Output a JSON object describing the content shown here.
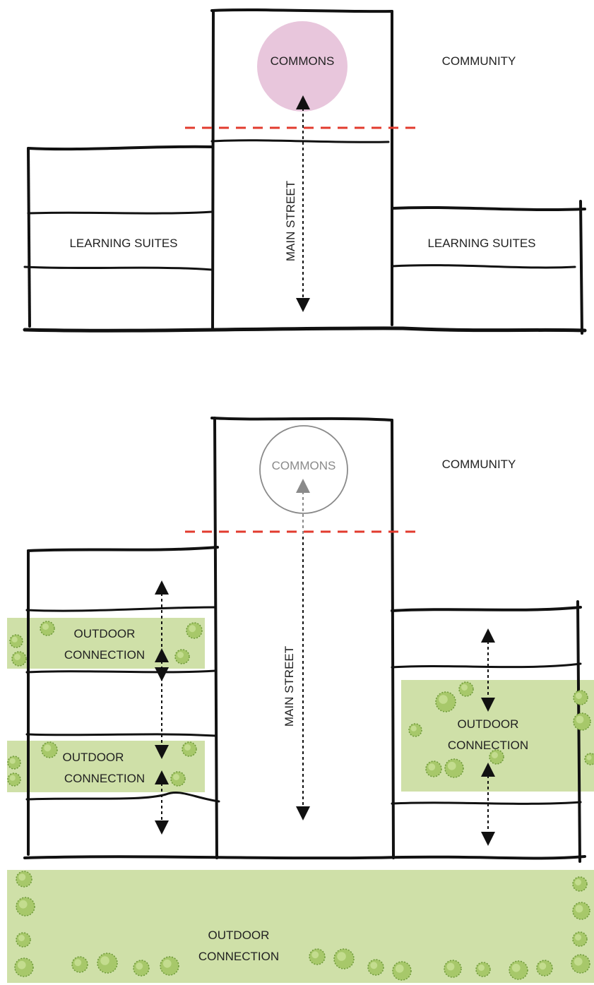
{
  "colors": {
    "ink": "#111111",
    "commons_fill": "#e8c6dc",
    "green": "#cfe0a8",
    "shrub": "#a7c86a",
    "shrub_dark": "#6f9a3a",
    "cutline": "#e23b2e",
    "ghost": "#888888"
  },
  "top_diagram": {
    "commons": "COMMONS",
    "community": "COMMUNITY",
    "main_street": "MAIN STREET",
    "learning_suites_left": "LEARNING SUITES",
    "learning_suites_right": "LEARNING SUITES"
  },
  "bottom_diagram": {
    "commons": "COMMONS",
    "community": "COMMUNITY",
    "main_street": "MAIN STREET",
    "outdoor_left_upper": [
      "OUTDOOR",
      "CONNECTION"
    ],
    "outdoor_left_lower": [
      "OUTDOOR",
      "CONNECTION"
    ],
    "outdoor_right": [
      "OUTDOOR",
      "CONNECTION"
    ],
    "outdoor_bottom": [
      "OUTDOOR",
      "CONNECTION"
    ]
  },
  "icons": [
    "shrub-icon",
    "arrow-up-icon",
    "arrow-down-icon"
  ]
}
